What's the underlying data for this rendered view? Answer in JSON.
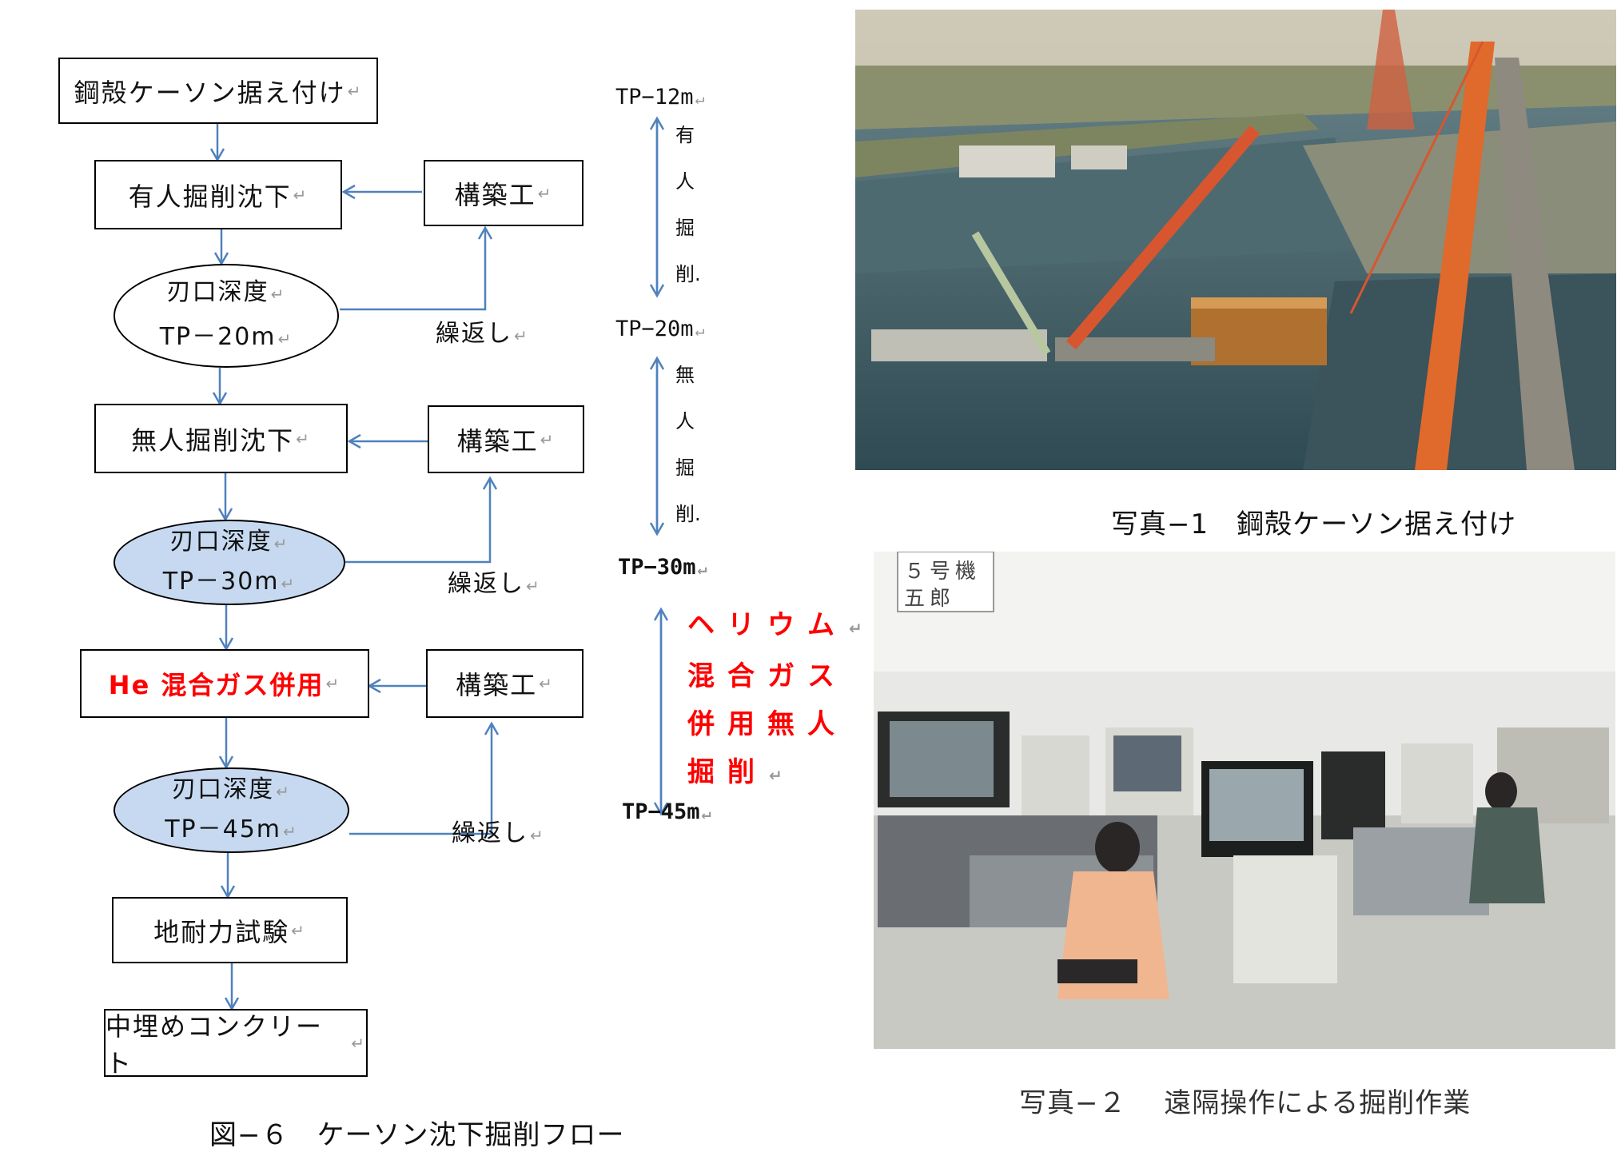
{
  "flow": {
    "step1": "鋼殻ケーソン据え付け",
    "step2": "有人掘削沈下",
    "step3": "無人掘削沈下",
    "step4": "He 混合ガス併用",
    "step5": "地耐力試験",
    "step6": "中埋めコンクリート",
    "build": "構築工",
    "repeat": "繰返し",
    "depth_label": "刃口深度",
    "depth1": "TP－20m",
    "depth2": "TP－30m",
    "depth3": "TP－45m"
  },
  "depth_scale": {
    "tp12": "TP−12m",
    "tp20": "TP−20m",
    "tp30": "TP−30m",
    "tp45": "TP−45m",
    "manned_chars": [
      "有",
      "人",
      "掘",
      "削."
    ],
    "unmanned_chars": [
      "無",
      "人",
      "掘",
      "削."
    ],
    "helium_lines": [
      "ヘリウム",
      "混合ガス",
      "併用無人",
      "掘削"
    ]
  },
  "captions": {
    "fig6": "図−６　ケーソン沈下掘削フロー",
    "photo1": "写真−1　鋼殻ケーソン据え付け",
    "photo2": "写真−２　 遠隔操作による掘削作業"
  },
  "photo2_signs": {
    "sign1": "５号機",
    "sign2": "五郎"
  },
  "colors": {
    "arrow": "#4f81bd",
    "oval_fill": "#c6d9f1",
    "accent_red": "#ff0000"
  }
}
